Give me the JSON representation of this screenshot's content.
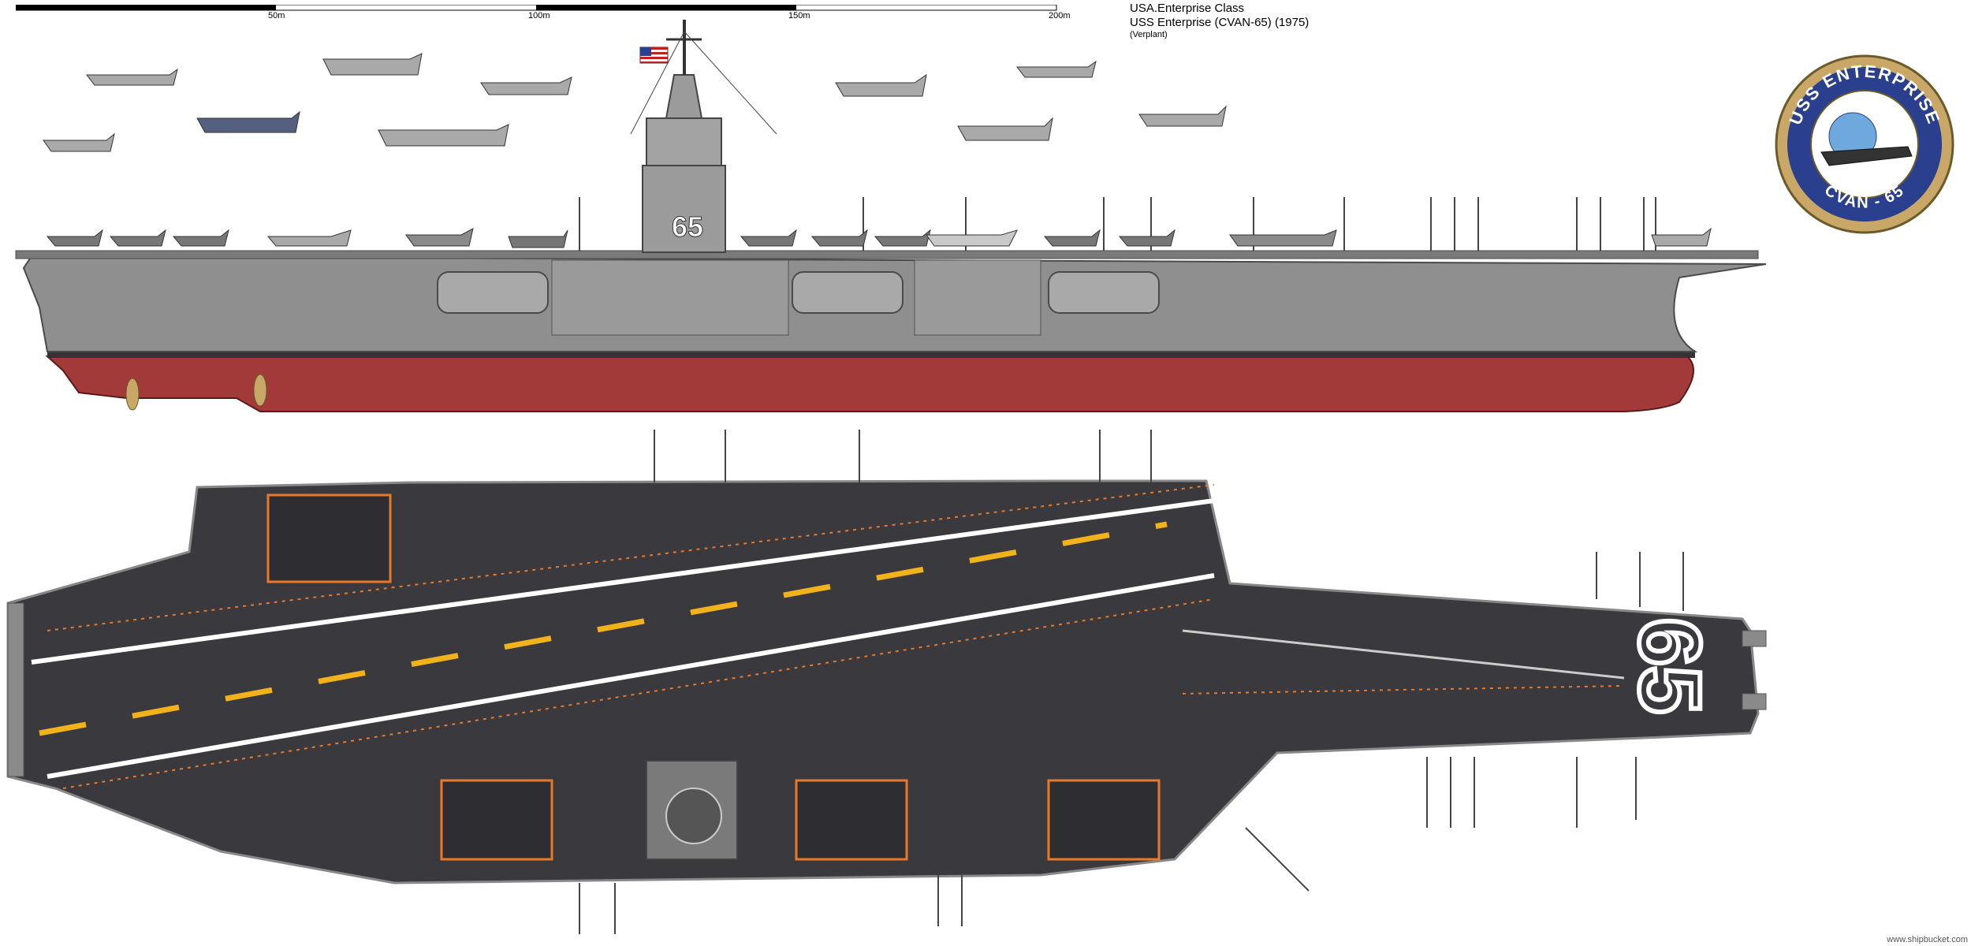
{
  "header": {
    "class_line": "USA.Enterprise Class",
    "ship_line": "USS Enterprise (CVAN-65) (1975)",
    "sub_line": "(Verplant)"
  },
  "scale": {
    "labels": [
      "50m",
      "100m",
      "150m",
      "200m"
    ]
  },
  "profile": {
    "hull_number": "65"
  },
  "deck": {
    "hull_number": "65"
  },
  "emblem": {
    "top_text": "USS ENTERPRISE",
    "bottom_text": "CVAN - 65"
  },
  "footer": {
    "credit": "www.shipbucket.com"
  },
  "colors": {
    "hull_gray": "#8c8c8c",
    "hull_red": "#a33a3a",
    "deck_dark": "#3a3a3e",
    "deck_yellow": "#f2b21b",
    "deck_orange": "#e8782a",
    "emblem_blue": "#2b3f8f",
    "emblem_gold": "#c9a867"
  }
}
